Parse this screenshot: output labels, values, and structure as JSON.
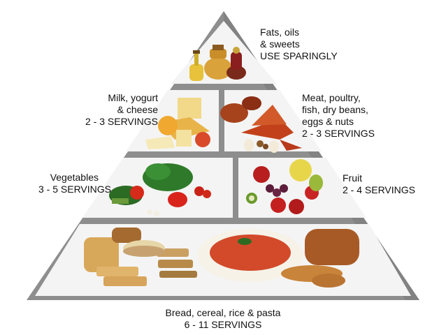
{
  "diagram": {
    "palette": {
      "pyramid_fill": "#8e8e8e",
      "pyramid_shadow": "#6f6f6f",
      "cell_face": "#f4f4f4",
      "divider": "#ffffff",
      "text": "#111111"
    },
    "tiers": [
      {
        "id": "fats",
        "lines": [
          "Fats, oils",
          "& sweets",
          "USE SPARINGLY"
        ],
        "foods": [
          "olive-oil-bottle-icon",
          "honey-jar-icon",
          "sweets-icon"
        ]
      },
      {
        "id": "milk",
        "lines": [
          "Milk, yogurt",
          "& cheese",
          "2 - 3 SERVINGS"
        ],
        "foods": [
          "cheese-wedge-icon",
          "cheese-block-icon"
        ]
      },
      {
        "id": "meat",
        "lines": [
          "Meat, poultry,",
          "fish, dry beans,",
          "eggs & nuts",
          "2 - 3 SERVINGS"
        ],
        "foods": [
          "roast-poultry-icon",
          "fish-icon",
          "egg-icon",
          "nuts-icon"
        ]
      },
      {
        "id": "vegetables",
        "lines": [
          "Vegetables",
          "3 - 5 SERVINGS"
        ],
        "foods": [
          "broccoli-icon",
          "tomato-icon",
          "pepper-icon",
          "lettuce-icon"
        ]
      },
      {
        "id": "fruit",
        "lines": [
          "Fruit",
          "2 - 4 SERVINGS"
        ],
        "foods": [
          "apple-icon",
          "grapes-icon",
          "pear-icon",
          "kiwi-icon"
        ]
      },
      {
        "id": "bread",
        "lines": [
          "Bread, cereal, rice & pasta",
          "6 - 11 SERVINGS"
        ],
        "foods": [
          "bread-loaf-icon",
          "rice-icon",
          "pasta-plate-icon",
          "toast-icon"
        ]
      }
    ]
  }
}
